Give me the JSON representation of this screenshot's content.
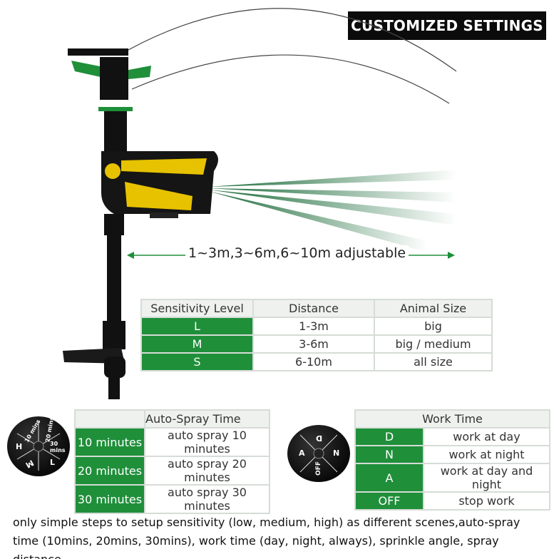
{
  "title": "CUSTOMIZED SETTINGS",
  "range_label": "1~3m,3~6m,6~10m adjustable",
  "sensitivity_table": {
    "headers": [
      "Sensitivity Level",
      "Distance",
      "Animal Size"
    ],
    "rows": [
      [
        "L",
        "1-3m",
        "big"
      ],
      [
        "M",
        "3-6m",
        "big / medium"
      ],
      [
        "S",
        "6-10m",
        "all size"
      ]
    ]
  },
  "spray_dial": {
    "labels": [
      "10 mins",
      "20 mins",
      "30 mins",
      "L",
      "M",
      "H"
    ]
  },
  "spray_table": {
    "header": "Auto-Spray Time",
    "rows": [
      [
        "10 minutes",
        "auto spray 10 minutes"
      ],
      [
        "20 minutes",
        "auto spray 20 minutes"
      ],
      [
        "30 minutes",
        "auto spray 30 minutes"
      ]
    ]
  },
  "work_dial": {
    "labels": [
      "D",
      "N",
      "OFF",
      "A"
    ]
  },
  "work_table": {
    "header": "Work Time",
    "rows": [
      [
        "D",
        "work at day"
      ],
      [
        "N",
        "work at night"
      ],
      [
        "A",
        "work at day and night"
      ],
      [
        "OFF",
        "stop work"
      ]
    ]
  },
  "caption": "only simple steps to setup sensitivity (low, medium, high) as different scenes,auto-spray time (10mins, 20mins, 30mins), work time (day, night, always), sprinkle angle, spray distance.",
  "colors": {
    "accent_green": "#1f8f3a",
    "device_yellow": "#e6c200"
  }
}
